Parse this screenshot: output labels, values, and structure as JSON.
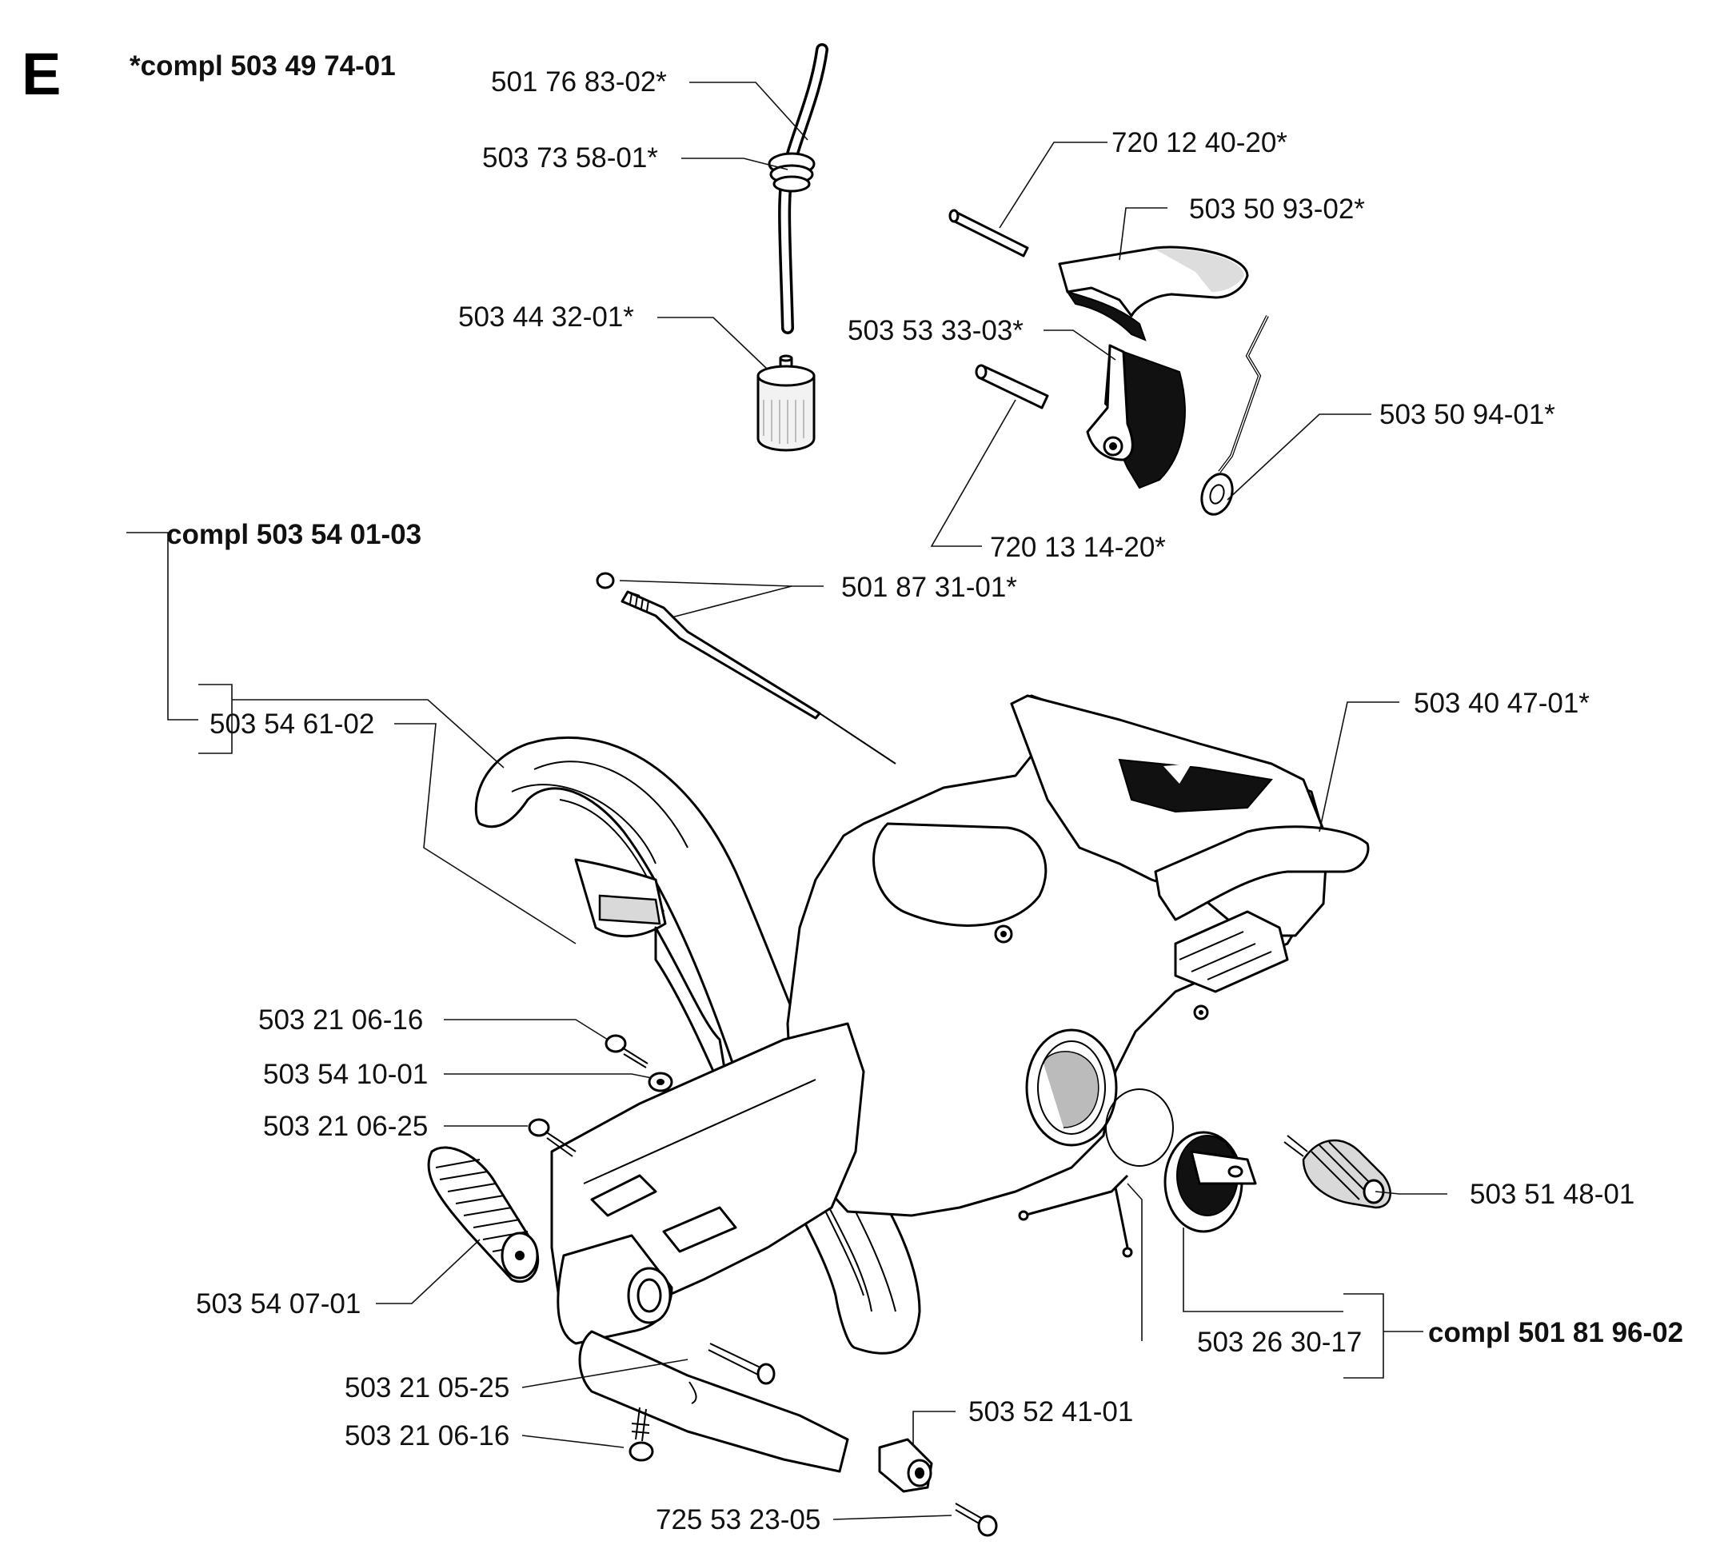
{
  "section_letter": "E",
  "labels": {
    "compl_top": "*compl 503 49 74-01",
    "compl_handle": "compl 503 54 01-03",
    "compl_right": "compl 501 81 96-02",
    "p_501768302": "501 76 83-02*",
    "p_503735801": "503 73 58-01*",
    "p_503443201": "503 44 32-01*",
    "p_720124020": "720 12 40-20*",
    "p_503509302": "503 50 93-02*",
    "p_503533303": "503 53 33-03*",
    "p_503509401": "503 50 94-01*",
    "p_720131420": "720 13 14-20*",
    "p_501873101": "501 87 31-01*",
    "p_503404701": "503 40 47-01*",
    "p_503546102": "503 54 61-02",
    "p_503210616_a": "503 21 06-16",
    "p_503541001": "503 54 10-01",
    "p_503210625": "503 21 06-25",
    "p_503514801": "503 51 48-01",
    "p_503540701": "503 54 07-01",
    "p_503263017": "503 26 30-17",
    "p_503210525": "503 21 05-25",
    "p_503524101": "503 52 41-01",
    "p_503210616_b": "503 21 06-16",
    "p_725532305": "725 53 23-05"
  }
}
